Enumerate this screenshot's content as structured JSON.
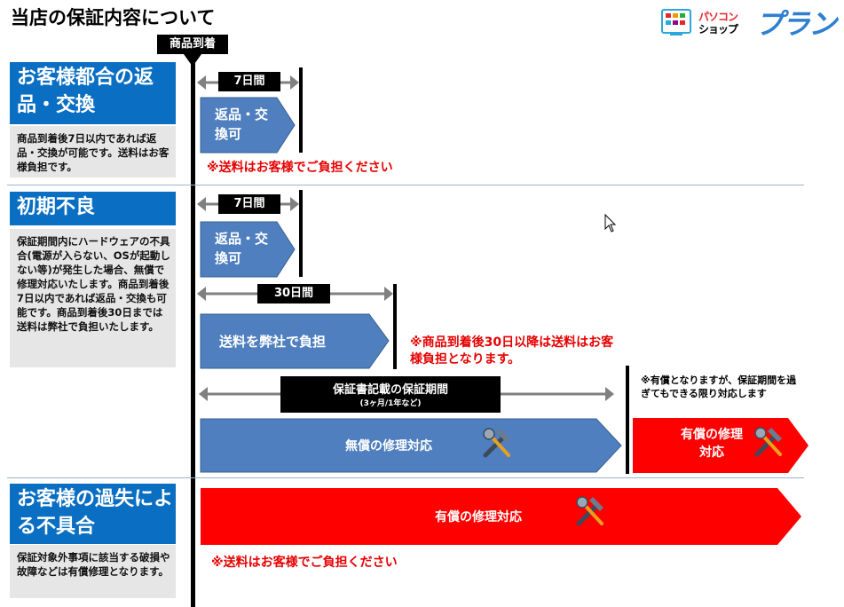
{
  "title": "当店の保証内容について",
  "logo": {
    "line1": "パソコン",
    "line2": "ショップ",
    "brand": "プラン"
  },
  "arrival_label": "商品到着",
  "sections": [
    {
      "heading": "お客様都合の返品・交換",
      "description": "商品到着後7日以内であれば返品・交換が可能です。送料はお客様負担です。"
    },
    {
      "heading": "初期不良",
      "description": "保証期間内にハードウェアの不具合(電源が入らない、OSが起動しない等)が発生した場合、無償で修理対応いたします。商品到着後7日以内であれば返品・交換も可能です。商品到着後30日までは送料は弊社で負担いたします。"
    },
    {
      "heading": "お客様の過失による不具合",
      "description": "保証対象外事項に該当する破損や故障などは有償修理となります。"
    }
  ],
  "timeline": {
    "days7": "7日間",
    "days30": "30日間",
    "return_exchange": "返品・交換可",
    "shipping_company": "送料を弊社で負担",
    "warranty_period": "保証書記載の保証期間",
    "warranty_period_sub": "(3ヶ月/1年など)",
    "free_repair": "無償の修理対応",
    "paid_repair": "有償の修理対応",
    "paid_repair_short": "有償の修理対応",
    "note_customer_shipping": "※送料はお客様でご負担ください",
    "note_after30": "※商品到着後30日以降は送料はお客様負担となります。",
    "note_paid": "※有償となりますが、保証期間を過ぎてもできる限り対応します",
    "note_customer_shipping_2": "※送料はお客様でご負担ください"
  },
  "colors": {
    "blue": "#0a6fc2",
    "arrow_blue": "#4f7fbf",
    "red": "#ff0000",
    "gray_panel": "#e6e6e6"
  },
  "icons": [
    "wrench-hammer-icon"
  ]
}
